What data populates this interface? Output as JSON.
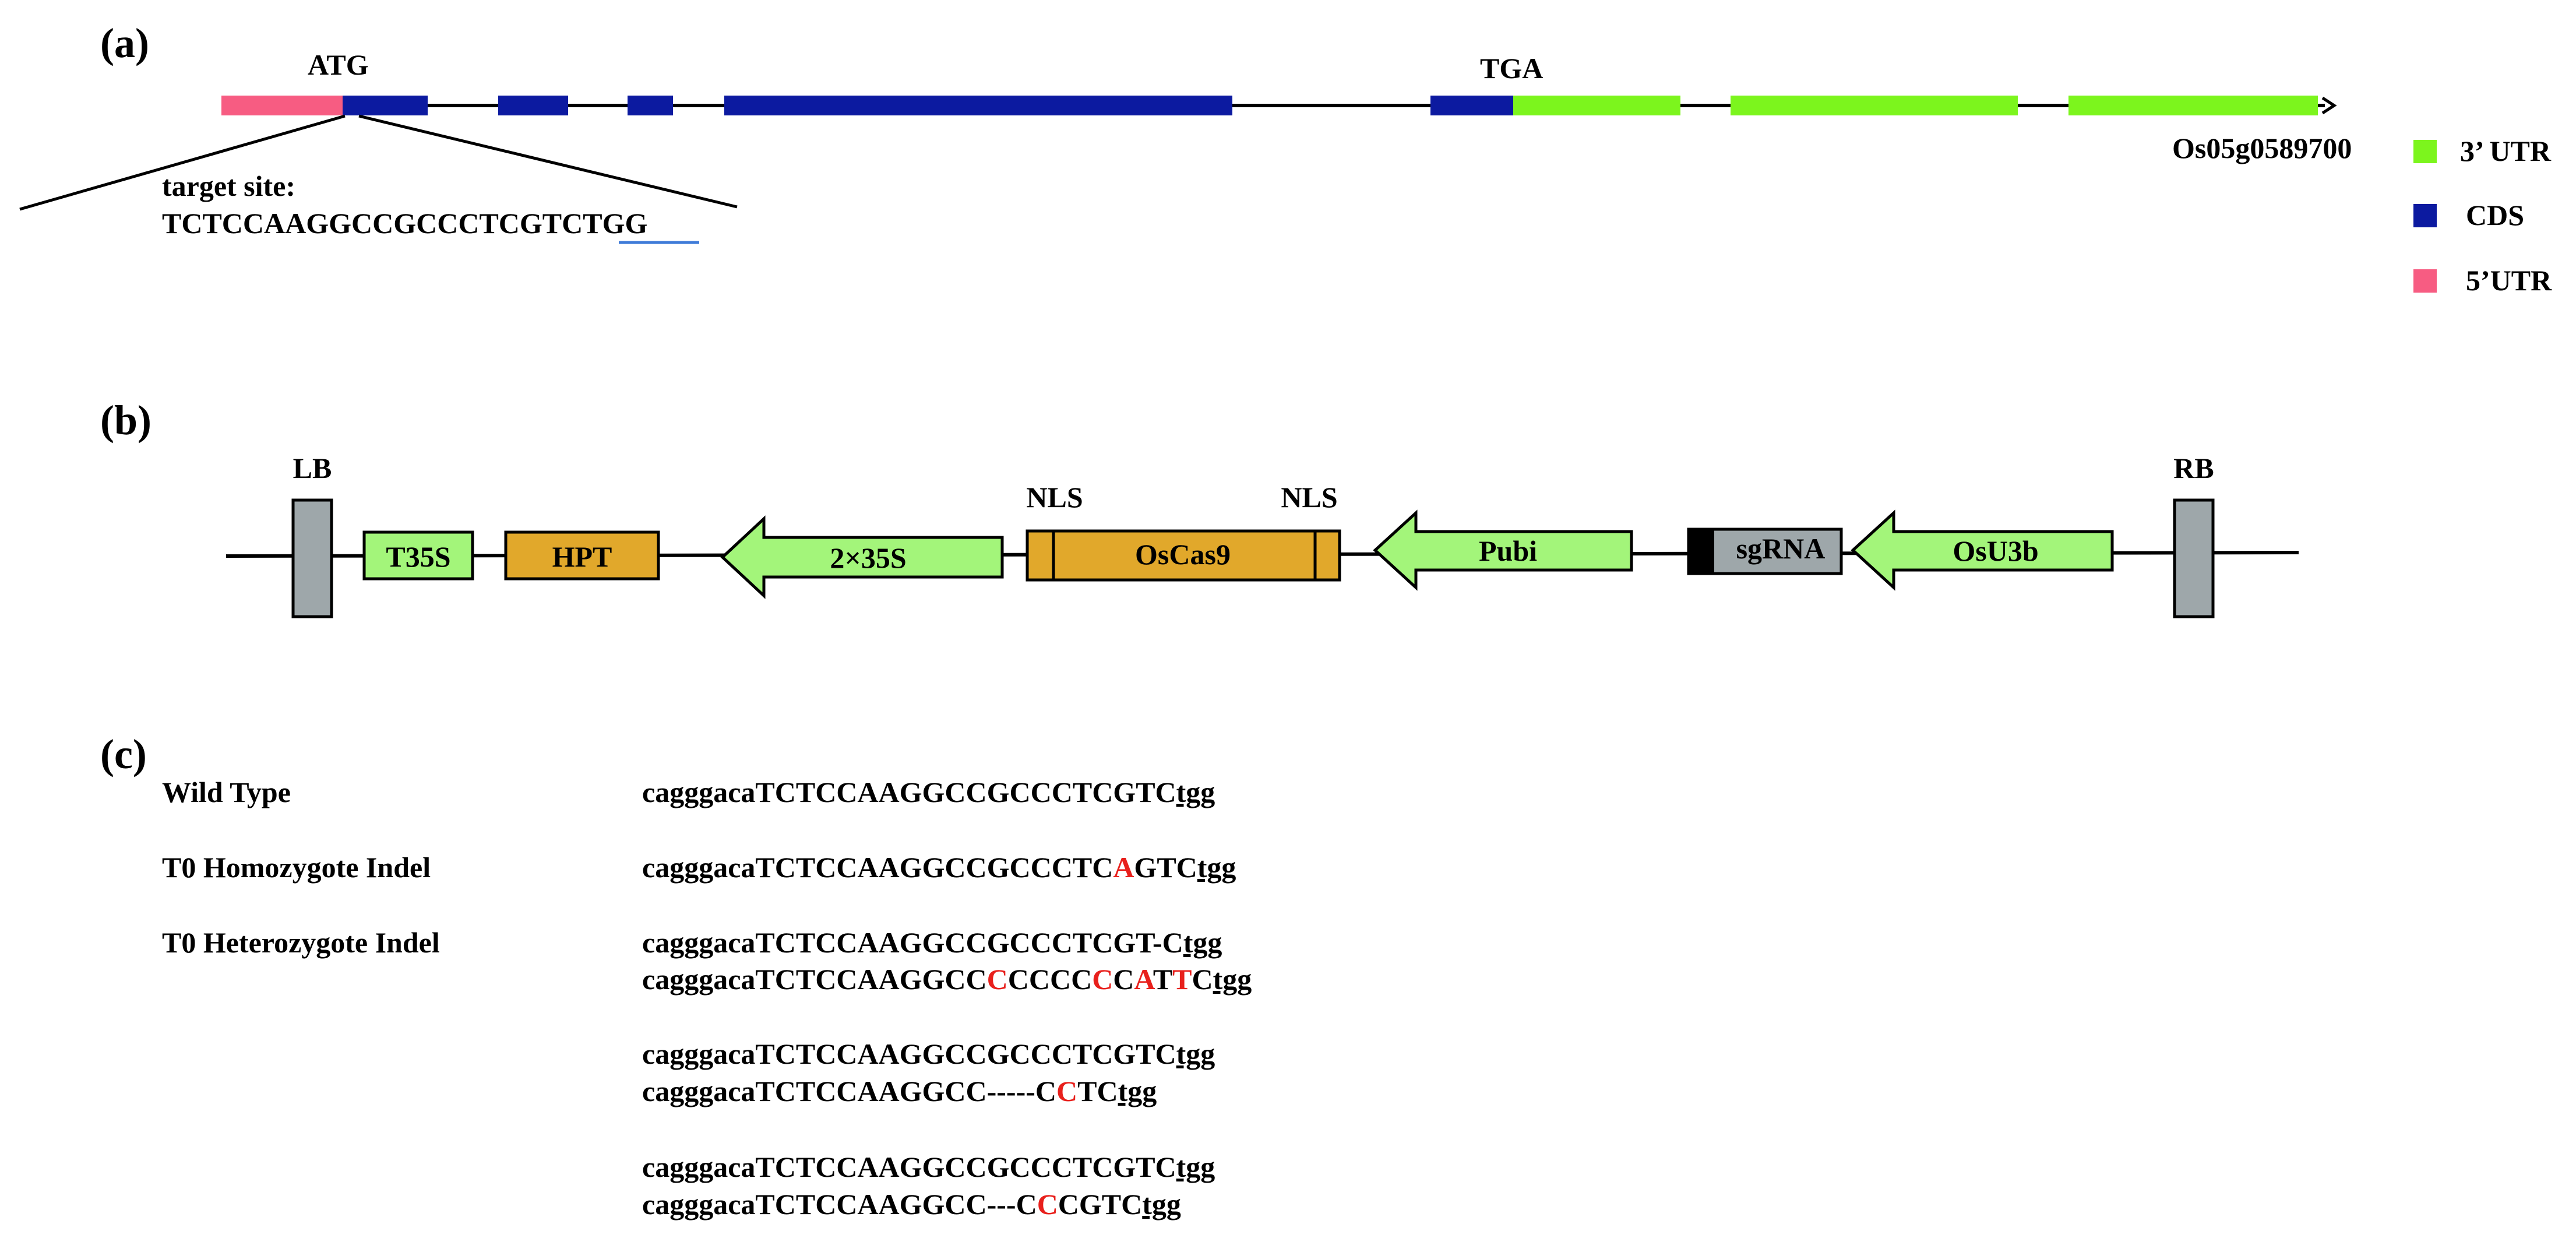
{
  "colors": {
    "utr5": "#f75c82",
    "cds": "#0c1aa0",
    "utr3": "#7cf51d",
    "green_element": "#a3f57a",
    "orange_element": "#e1a82b",
    "gray_element": "#9ea7aa",
    "mutation": "#e8201c",
    "pam_underline": "#3f7bd8"
  },
  "panel_a": {
    "label": "(a)",
    "start_codon": "ATG",
    "stop_codon": "TGA",
    "gene_id": "Os05g0589700",
    "target_title": "target site:",
    "target_seq": "TCTCCAAGGCCGCCCTCGTC",
    "target_pam": "TGG",
    "legend": [
      {
        "label": "3’ UTR",
        "color_key": "utr3"
      },
      {
        "label": "CDS",
        "color_key": "cds"
      },
      {
        "label": "5’UTR",
        "color_key": "utr5"
      }
    ]
  },
  "panel_b": {
    "label": "(b)",
    "lb": "LB",
    "rb": "RB",
    "t35s": "T35S",
    "hpt": "HPT",
    "p35s": "2×35S",
    "cas9": "OsCas9",
    "nls_left": "NLS",
    "nls_right": "NLS",
    "pubi": "Pubi",
    "sgrna": "sgRNA",
    "osu3b": "OsU3b"
  },
  "panel_c": {
    "label": "(c)",
    "rows": [
      {
        "name": "Wild Type",
        "seqs": [
          [
            [
              "n",
              "cagggacaTCTCCAAGGCCGCCCTCGTC"
            ],
            [
              "u",
              "tgg"
            ]
          ]
        ]
      },
      {
        "name": "T0 Homozygote Indel",
        "seqs": [
          [
            [
              "n",
              "cagggacaTCTCCAAGGCCGCCCTC"
            ],
            [
              "r",
              "A"
            ],
            [
              "n",
              "GTC"
            ],
            [
              "u",
              "tgg"
            ]
          ]
        ]
      },
      {
        "name": "T0 Heterozygote Indel",
        "seqs": [
          [
            [
              "n",
              "cagggacaTCTCCAAGGCCGCCCTCGT-C"
            ],
            [
              "u",
              "tgg"
            ]
          ],
          [
            [
              "n",
              "cagggacaTCTCCAAGGCC"
            ],
            [
              "r",
              "C"
            ],
            [
              "n",
              "CCCC"
            ],
            [
              "r",
              "C"
            ],
            [
              "n",
              "C"
            ],
            [
              "r",
              "A"
            ],
            [
              "n",
              "T"
            ],
            [
              "r",
              "T"
            ],
            [
              "n",
              "C"
            ],
            [
              "u",
              "tgg"
            ]
          ]
        ]
      },
      {
        "name": "",
        "seqs": [
          [
            [
              "n",
              "cagggacaTCTCCAAGGCCGCCCTCGTC"
            ],
            [
              "u",
              "tgg"
            ]
          ],
          [
            [
              "n",
              "cagggacaTCTCCAAGGCC-----C"
            ],
            [
              "r",
              "C"
            ],
            [
              "n",
              "TC"
            ],
            [
              "u",
              "tgg"
            ]
          ]
        ]
      },
      {
        "name": "",
        "seqs": [
          [
            [
              "n",
              "cagggacaTCTCCAAGGCCGCCCTCGTC"
            ],
            [
              "u",
              "tgg"
            ]
          ],
          [
            [
              "n",
              "cagggacaTCTCCAAGGCC---C"
            ],
            [
              "r",
              "C"
            ],
            [
              "n",
              "CGTC"
            ],
            [
              "u",
              "tgg"
            ]
          ]
        ]
      }
    ]
  }
}
